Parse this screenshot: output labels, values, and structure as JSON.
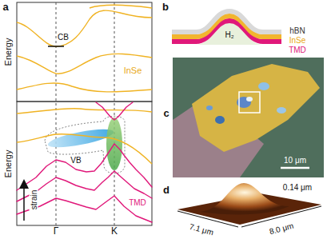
{
  "diagram": {
    "labels": [
      "a",
      "b",
      "Energy",
      "CB",
      "InSe",
      "hBN",
      "InSe",
      "TMD",
      "H₂",
      "c",
      "10 μm",
      "Energy",
      "VB",
      "TMD",
      "strain",
      "d",
      "0.14 μm",
      "Γ",
      "K",
      "7.1 μm",
      "8.0 μm"
    ]
  }
}
